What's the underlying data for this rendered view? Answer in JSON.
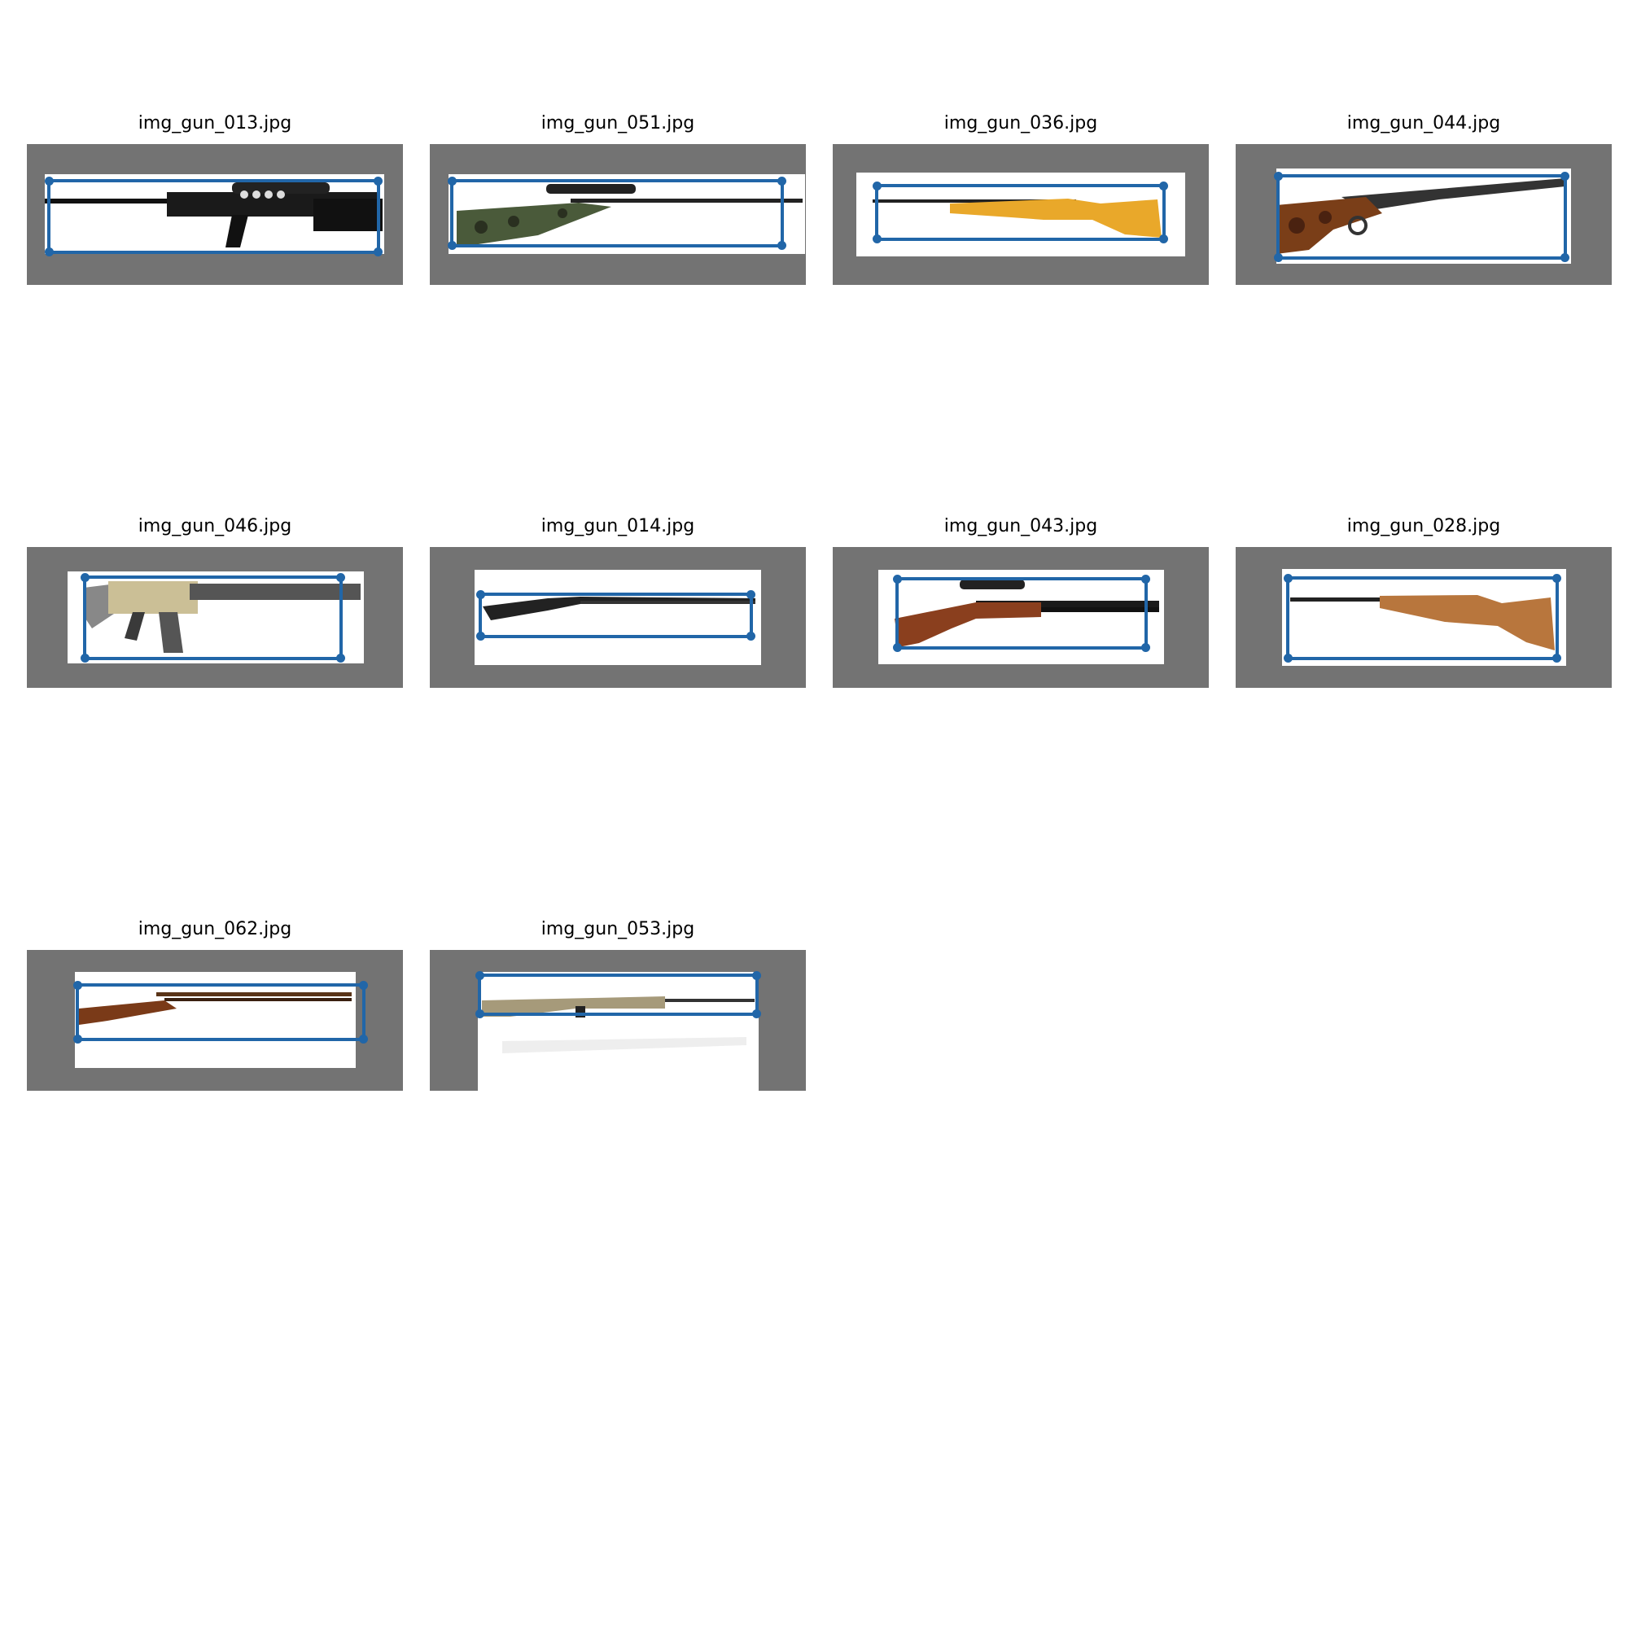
{
  "gallery": {
    "annotation_color": "#2166a8",
    "frame_color": "#737373",
    "items": [
      {
        "filename": "img_gun_013.jpg",
        "icon": "sniper-rifle-icon"
      },
      {
        "filename": "img_gun_051.jpg",
        "icon": "camo-bolt-rifle-icon"
      },
      {
        "filename": "img_gun_036.jpg",
        "icon": "wooden-rifle-icon"
      },
      {
        "filename": "img_gun_044.jpg",
        "icon": "walnut-hunting-rifle-icon"
      },
      {
        "filename": "img_gun_046.jpg",
        "icon": "ar-rifle-icon"
      },
      {
        "filename": "img_gun_014.jpg",
        "icon": "shotgun-icon"
      },
      {
        "filename": "img_gun_043.jpg",
        "icon": "air-rifle-icon"
      },
      {
        "filename": "img_gun_028.jpg",
        "icon": "target-rifle-icon"
      },
      {
        "filename": "img_gun_062.jpg",
        "icon": "antique-rifle-icon"
      },
      {
        "filename": "img_gun_053.jpg",
        "icon": "precision-rifle-icon"
      }
    ]
  }
}
